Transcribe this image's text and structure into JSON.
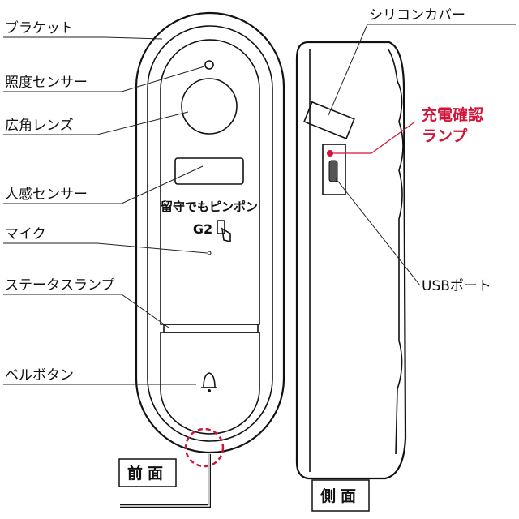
{
  "front": {
    "labels": [
      "ブラケット",
      "照度センサー",
      "広角レンズ",
      "人感センサー",
      "マイク",
      "ステータスランプ",
      "ベルボタン"
    ],
    "logo_line1": "留守でもピンポン",
    "logo_line2": "G2",
    "view_label": "前面"
  },
  "side": {
    "silicone_cover": "シリコンカバー",
    "charge_lamp_line1": "充電確認",
    "charge_lamp_line2": "ランプ",
    "usb_port": "USBポート",
    "view_label": "側面"
  },
  "colors": {
    "accent": "#d2143a"
  },
  "icons": [
    "bell-icon",
    "pointing-hand-icon"
  ]
}
